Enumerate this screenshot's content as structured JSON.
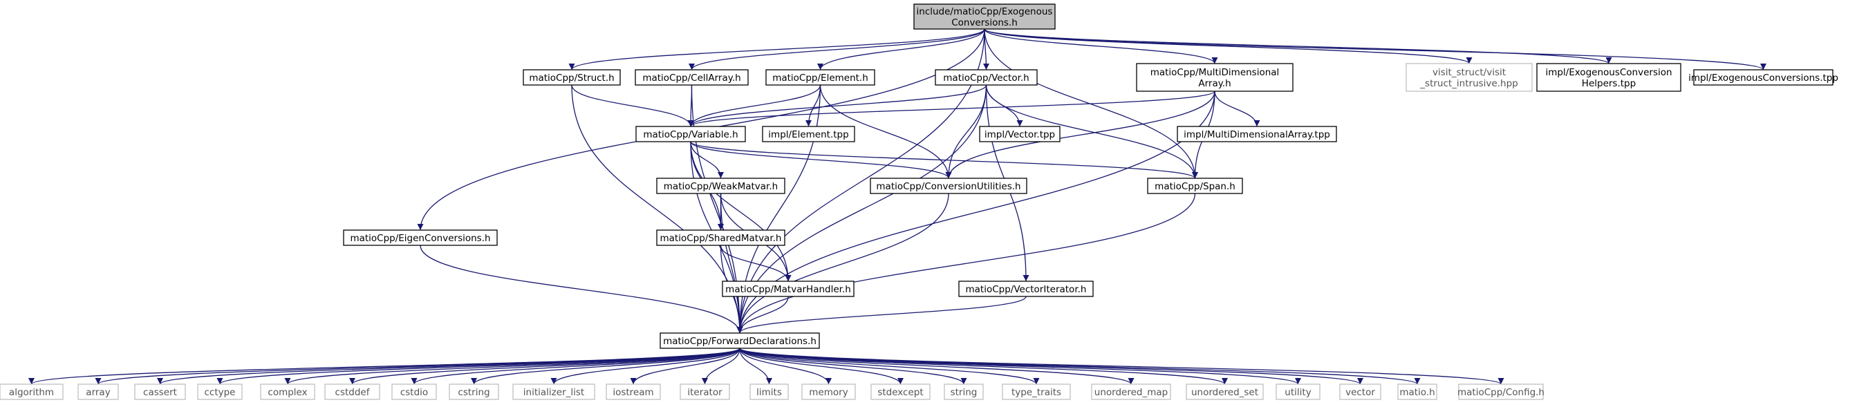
{
  "colors": {
    "edge": "#191970",
    "root_fill": "#bfbfbf",
    "node_border": "#000000",
    "external_border": "#bfbfbf"
  },
  "nodes": [
    {
      "id": "root",
      "lines": [
        "include/matioCpp/Exogenous",
        "Conversions.h"
      ]
    },
    {
      "id": "struct",
      "lines": [
        "matioCpp/Struct.h"
      ]
    },
    {
      "id": "cellarray",
      "lines": [
        "matioCpp/CellArray.h"
      ]
    },
    {
      "id": "element",
      "lines": [
        "matioCpp/Element.h"
      ]
    },
    {
      "id": "vector",
      "lines": [
        "matioCpp/Vector.h"
      ]
    },
    {
      "id": "multidim",
      "lines": [
        "matioCpp/MultiDimensional",
        "Array.h"
      ]
    },
    {
      "id": "visit",
      "lines": [
        "visit_struct/visit",
        "_struct_intrusive.hpp"
      ]
    },
    {
      "id": "helpers",
      "lines": [
        "impl/ExogenousConversion",
        "Helpers.tpp"
      ]
    },
    {
      "id": "exotpp",
      "lines": [
        "impl/ExogenousConversions.tpp"
      ]
    },
    {
      "id": "variable",
      "lines": [
        "matioCpp/Variable.h"
      ]
    },
    {
      "id": "elementtpp",
      "lines": [
        "impl/Element.tpp"
      ]
    },
    {
      "id": "vectortpp",
      "lines": [
        "impl/Vector.tpp"
      ]
    },
    {
      "id": "multidimtpp",
      "lines": [
        "impl/MultiDimensionalArray.tpp"
      ]
    },
    {
      "id": "weak",
      "lines": [
        "matioCpp/WeakMatvar.h"
      ]
    },
    {
      "id": "convutil",
      "lines": [
        "matioCpp/ConversionUtilities.h"
      ]
    },
    {
      "id": "span",
      "lines": [
        "matioCpp/Span.h"
      ]
    },
    {
      "id": "eigen",
      "lines": [
        "matioCpp/EigenConversions.h"
      ]
    },
    {
      "id": "shared",
      "lines": [
        "matioCpp/SharedMatvar.h"
      ]
    },
    {
      "id": "handler",
      "lines": [
        "matioCpp/MatvarHandler.h"
      ]
    },
    {
      "id": "vectoriter",
      "lines": [
        "matioCpp/VectorIterator.h"
      ]
    },
    {
      "id": "fwd",
      "lines": [
        "matioCpp/ForwardDeclarations.h"
      ]
    },
    {
      "id": "algorithm",
      "lines": [
        "algorithm"
      ]
    },
    {
      "id": "array",
      "lines": [
        "array"
      ]
    },
    {
      "id": "cassert",
      "lines": [
        "cassert"
      ]
    },
    {
      "id": "cctype",
      "lines": [
        "cctype"
      ]
    },
    {
      "id": "complex",
      "lines": [
        "complex"
      ]
    },
    {
      "id": "cstddef",
      "lines": [
        "cstddef"
      ]
    },
    {
      "id": "cstdio",
      "lines": [
        "cstdio"
      ]
    },
    {
      "id": "cstring",
      "lines": [
        "cstring"
      ]
    },
    {
      "id": "initlist",
      "lines": [
        "initializer_list"
      ]
    },
    {
      "id": "iostream",
      "lines": [
        "iostream"
      ]
    },
    {
      "id": "iterator",
      "lines": [
        "iterator"
      ]
    },
    {
      "id": "limits",
      "lines": [
        "limits"
      ]
    },
    {
      "id": "memory",
      "lines": [
        "memory"
      ]
    },
    {
      "id": "stdexcept",
      "lines": [
        "stdexcept"
      ]
    },
    {
      "id": "string",
      "lines": [
        "string"
      ]
    },
    {
      "id": "typetraits",
      "lines": [
        "type_traits"
      ]
    },
    {
      "id": "umap",
      "lines": [
        "unordered_map"
      ]
    },
    {
      "id": "uset",
      "lines": [
        "unordered_set"
      ]
    },
    {
      "id": "utility",
      "lines": [
        "utility"
      ]
    },
    {
      "id": "vectorstd",
      "lines": [
        "vector"
      ]
    },
    {
      "id": "matio",
      "lines": [
        "matio.h"
      ]
    },
    {
      "id": "config",
      "lines": [
        "matioCpp/Config.h"
      ]
    }
  ],
  "edges": [
    [
      "root",
      "struct"
    ],
    [
      "root",
      "cellarray"
    ],
    [
      "root",
      "element"
    ],
    [
      "root",
      "vector"
    ],
    [
      "root",
      "multidim"
    ],
    [
      "root",
      "visit"
    ],
    [
      "root",
      "helpers"
    ],
    [
      "root",
      "exotpp"
    ],
    [
      "root",
      "eigen"
    ],
    [
      "root",
      "fwd"
    ],
    [
      "root",
      "span"
    ],
    [
      "struct",
      "variable"
    ],
    [
      "struct",
      "fwd"
    ],
    [
      "cellarray",
      "variable"
    ],
    [
      "cellarray",
      "fwd"
    ],
    [
      "element",
      "variable"
    ],
    [
      "element",
      "elementtpp"
    ],
    [
      "element",
      "convutil"
    ],
    [
      "element",
      "fwd"
    ],
    [
      "vector",
      "variable"
    ],
    [
      "vector",
      "vectortpp"
    ],
    [
      "vector",
      "convutil"
    ],
    [
      "vector",
      "span"
    ],
    [
      "vector",
      "vectoriter"
    ],
    [
      "vector",
      "fwd"
    ],
    [
      "multidim",
      "variable"
    ],
    [
      "multidim",
      "multidimtpp"
    ],
    [
      "multidim",
      "convutil"
    ],
    [
      "multidim",
      "span"
    ],
    [
      "multidim",
      "fwd"
    ],
    [
      "variable",
      "weak"
    ],
    [
      "variable",
      "convutil"
    ],
    [
      "variable",
      "span"
    ],
    [
      "variable",
      "shared"
    ],
    [
      "variable",
      "handler"
    ],
    [
      "variable",
      "fwd"
    ],
    [
      "weak",
      "shared"
    ],
    [
      "weak",
      "handler"
    ],
    [
      "weak",
      "fwd"
    ],
    [
      "shared",
      "handler"
    ],
    [
      "shared",
      "fwd"
    ],
    [
      "handler",
      "fwd"
    ],
    [
      "convutil",
      "fwd"
    ],
    [
      "span",
      "fwd"
    ],
    [
      "eigen",
      "fwd"
    ],
    [
      "vectoriter",
      "fwd"
    ],
    [
      "fwd",
      "algorithm"
    ],
    [
      "fwd",
      "array"
    ],
    [
      "fwd",
      "cassert"
    ],
    [
      "fwd",
      "cctype"
    ],
    [
      "fwd",
      "complex"
    ],
    [
      "fwd",
      "cstddef"
    ],
    [
      "fwd",
      "cstdio"
    ],
    [
      "fwd",
      "cstring"
    ],
    [
      "fwd",
      "initlist"
    ],
    [
      "fwd",
      "iostream"
    ],
    [
      "fwd",
      "iterator"
    ],
    [
      "fwd",
      "limits"
    ],
    [
      "fwd",
      "memory"
    ],
    [
      "fwd",
      "stdexcept"
    ],
    [
      "fwd",
      "string"
    ],
    [
      "fwd",
      "typetraits"
    ],
    [
      "fwd",
      "umap"
    ],
    [
      "fwd",
      "uset"
    ],
    [
      "fwd",
      "utility"
    ],
    [
      "fwd",
      "vectorstd"
    ],
    [
      "fwd",
      "matio"
    ],
    [
      "fwd",
      "config"
    ]
  ]
}
